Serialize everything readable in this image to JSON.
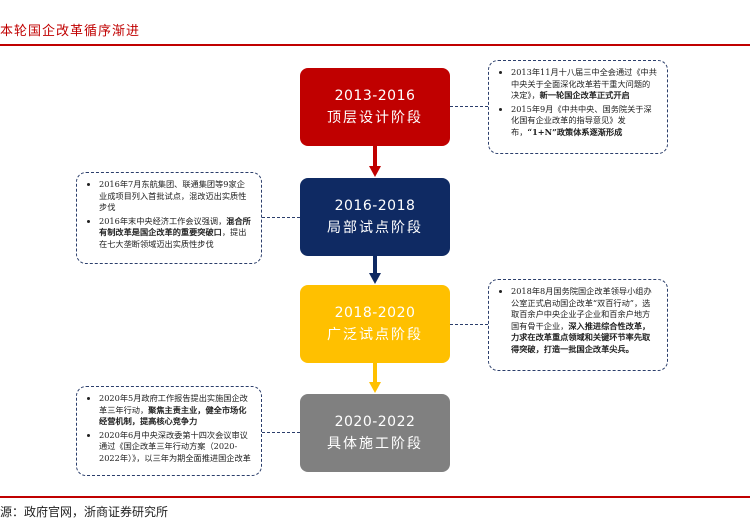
{
  "header": {
    "title": "本轮国企改革循序渐进"
  },
  "footer": {
    "source": "源：政府官网，浙商证券研究所"
  },
  "stages": [
    {
      "years": "2013-2016",
      "name": "顶层设计阶段",
      "color": "#c00000"
    },
    {
      "years": "2016-2018",
      "name": "局部试点阶段",
      "color": "#0f2a63"
    },
    {
      "years": "2018-2020",
      "name": "广泛试点阶段",
      "color": "#ffc000"
    },
    {
      "years": "2020-2022",
      "name": "具体施工阶段",
      "color": "#808080"
    }
  ],
  "arrow_colors": [
    "#c00000",
    "#0f2a63",
    "#ffc000"
  ],
  "notes": {
    "box1": [
      {
        "text": "2013年11月十八届三中全会通过《中共中央关于全面深化改革若干重大问题的决定》，",
        "bold": "新一轮国企改革正式开启"
      },
      {
        "text": "2015年9月《中共中央、国务院关于深化国有企业改革的指导意见》发布，",
        "bold": "“1+N”政策体系逐渐形成"
      }
    ],
    "box2": [
      {
        "text": "2016年7月东航集团、联通集团等9家企业成项目列入首批试点，混改迈出实质性步伐",
        "bold": ""
      },
      {
        "text": "2016年末中央经济工作会议强调，",
        "bold": "混合所有制改革是国企改革的重要突破口",
        "tail": "，提出在七大垄断领域迈出实质性步伐"
      }
    ],
    "box3": [
      {
        "text": "2018年8月国务院国企改革领导小组办公室正式启动国企改革“双百行动”，选取百余户中央企业子企业和百余户地方国有骨干企业，",
        "bold": "深入推进综合性改革，力求在改革重点领域和关键环节率先取得突破，打造一批国企改革尖兵。"
      }
    ],
    "box4": [
      {
        "text": "2020年5月政府工作报告提出实施国企改革三年行动，",
        "bold": "聚焦主责主业，健全市场化经营机制，提高核心竞争力"
      },
      {
        "text": "2020年6月中央深改委第十四次会议审议通过《国企改革三年行动方案（2020-2022年）》，以三年为期全面推进国企改革",
        "bold": ""
      }
    ]
  }
}
